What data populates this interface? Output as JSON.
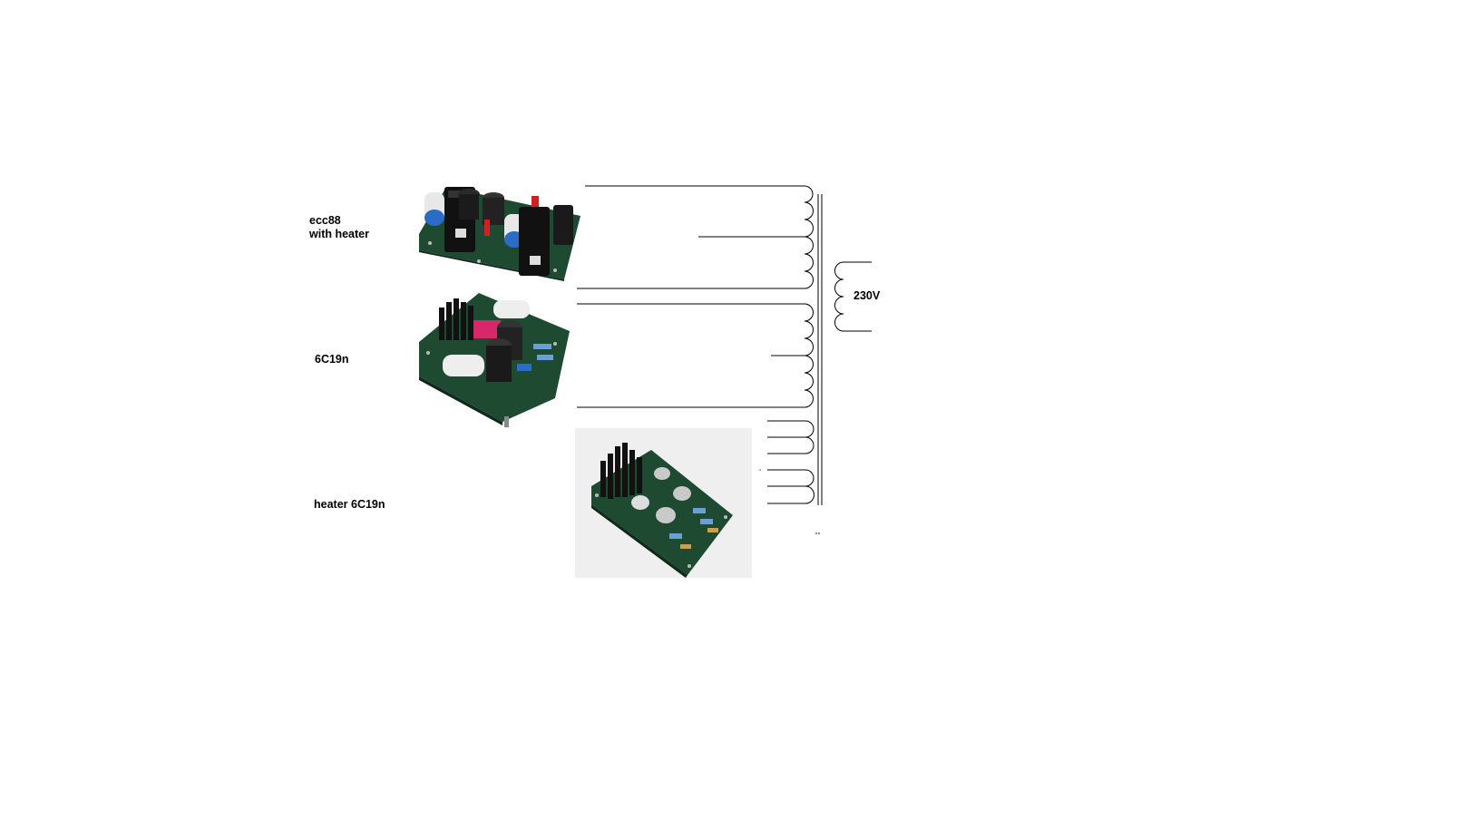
{
  "labels": {
    "board1_line1": "ecc88",
    "board1_line2": "with heater",
    "board2": "6C19n",
    "board3": "heater 6C19n",
    "primary_voltage": "230V"
  },
  "colors": {
    "wire": "#000000",
    "pcb_green": "#1e4a32",
    "background": "#ffffff"
  }
}
